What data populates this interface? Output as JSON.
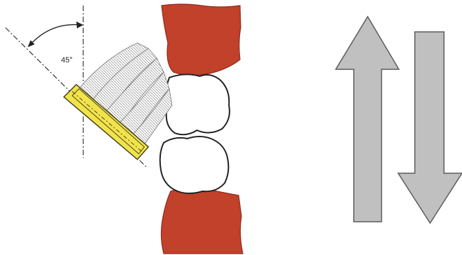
{
  "diagram": {
    "angle_label": "45°",
    "colors": {
      "gum": "#c2412b",
      "gum_dark": "#8f2a1a",
      "brush_head": "#f2e34c",
      "brush_outline": "#3a3a1a",
      "bristle": "#8a8a8a",
      "tooth_outline": "#222222",
      "arrow_fill": "#c0c0c0",
      "arrow_outline": "#5a5a5a"
    }
  },
  "arrows": [
    {
      "direction": "up",
      "icon": "arrow-up-icon"
    },
    {
      "direction": "down",
      "icon": "arrow-down-icon"
    }
  ]
}
